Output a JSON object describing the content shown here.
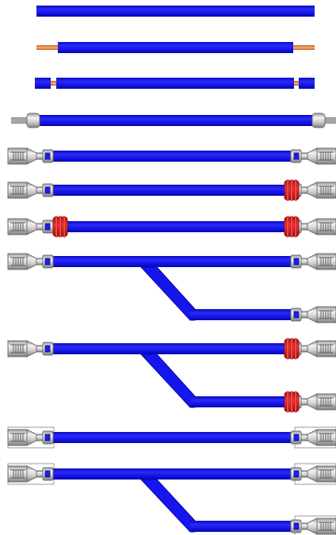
{
  "title": "",
  "colors": {
    "insulation": "#1515ee",
    "insulation_dark": "#0707b0",
    "insulation_light": "#3d3df6",
    "copper": "#e07a2a",
    "metal_light": "#e4e4e4",
    "metal_mid": "#b8b8b8",
    "metal_dark": "#7a7a7a",
    "seal_red": "#ee2222",
    "seal_red_dark": "#9a0d0d",
    "housing_outline": "#999999"
  },
  "stages": [
    {
      "id": "cut-wire",
      "left": "none",
      "right": "none",
      "branch": false,
      "housing": false
    },
    {
      "id": "stripped-wire",
      "left": "strip",
      "right": "strip",
      "branch": false,
      "housing": false
    },
    {
      "id": "partially-stripped-wire",
      "left": "window",
      "right": "window",
      "branch": false,
      "housing": false
    },
    {
      "id": "ferrule-crimped-wire",
      "left": "ferrule",
      "right": "ferrule",
      "branch": false,
      "housing": false
    },
    {
      "id": "terminals-both-ends",
      "left": "terminal",
      "right": "terminal",
      "branch": false,
      "housing": false
    },
    {
      "id": "seal-right-end",
      "left": "terminal",
      "right": "terminal-seal",
      "branch": false,
      "housing": false
    },
    {
      "id": "seals-both-ends",
      "left": "terminal-seal",
      "right": "terminal-seal",
      "branch": false,
      "housing": false
    },
    {
      "id": "splice-harness",
      "left": "terminal",
      "right": "terminal",
      "branch_end": "terminal",
      "branch": true,
      "housing": false
    },
    {
      "id": "sealed-splice-harness",
      "left": "terminal",
      "right": "terminal-seal",
      "branch_end": "terminal-seal",
      "branch": true,
      "housing": false
    },
    {
      "id": "housed-wire",
      "left": "terminal",
      "right": "terminal",
      "branch": false,
      "housing": true
    },
    {
      "id": "housed-splice-harness",
      "left": "terminal",
      "right": "terminal",
      "branch_end": "terminal",
      "branch": true,
      "housing": true
    }
  ]
}
